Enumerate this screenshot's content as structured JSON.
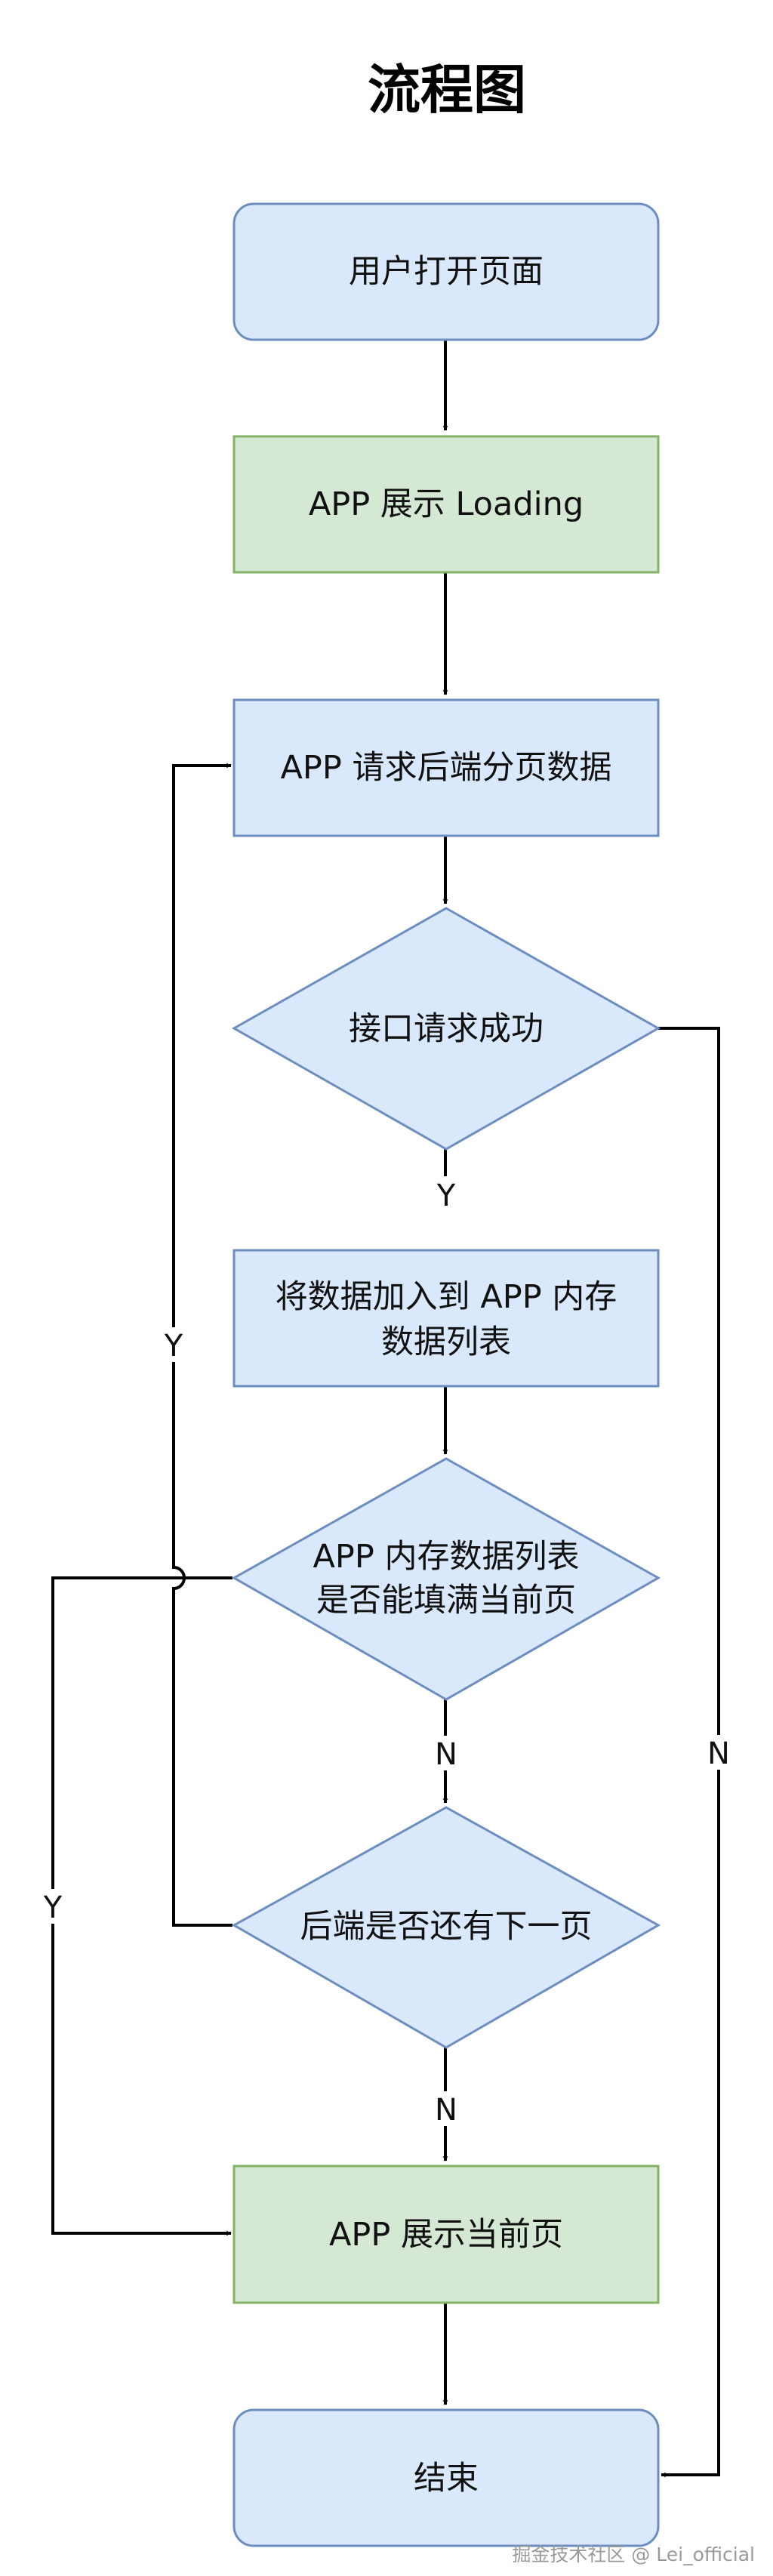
{
  "title": "流程图",
  "colors": {
    "blue_fill": "#dae8fc",
    "blue_stroke": "#6c8ebf",
    "green_fill": "#d5e8d4",
    "green_stroke": "#82b366",
    "line": "#000000"
  },
  "nodes": {
    "open_page": {
      "lines": [
        "用户打开页面"
      ],
      "shape": "rounded-rectangle",
      "color": "blue"
    },
    "show_loading": {
      "lines": [
        "APP 展示 Loading"
      ],
      "shape": "rectangle",
      "color": "green"
    },
    "request_page": {
      "lines": [
        "APP 请求后端分页数据"
      ],
      "shape": "rectangle",
      "color": "blue"
    },
    "api_success": {
      "lines": [
        "接口请求成功"
      ],
      "shape": "diamond",
      "color": "blue"
    },
    "add_to_list": {
      "lines": [
        "将数据加入到 APP 内存",
        "数据列表"
      ],
      "shape": "rectangle",
      "color": "blue"
    },
    "can_fill_page": {
      "lines": [
        "APP 内存数据列表",
        "是否能填满当前页"
      ],
      "shape": "diamond",
      "color": "blue"
    },
    "has_next_page": {
      "lines": [
        "后端是否还有下一页"
      ],
      "shape": "diamond",
      "color": "blue"
    },
    "show_current": {
      "lines": [
        "APP 展示当前页"
      ],
      "shape": "rectangle",
      "color": "green"
    },
    "end": {
      "lines": [
        "结束"
      ],
      "shape": "rounded-rectangle",
      "color": "blue"
    }
  },
  "edges": [
    {
      "from": "open_page",
      "to": "show_loading",
      "label": ""
    },
    {
      "from": "show_loading",
      "to": "request_page",
      "label": ""
    },
    {
      "from": "request_page",
      "to": "api_success",
      "label": ""
    },
    {
      "from": "api_success",
      "to": "add_to_list",
      "label": "Y"
    },
    {
      "from": "api_success",
      "to": "end",
      "label": "N"
    },
    {
      "from": "add_to_list",
      "to": "can_fill_page",
      "label": ""
    },
    {
      "from": "can_fill_page",
      "to": "has_next_page",
      "label": "N"
    },
    {
      "from": "can_fill_page",
      "to": "show_current",
      "label": "Y"
    },
    {
      "from": "has_next_page",
      "to": "request_page",
      "label": "Y"
    },
    {
      "from": "has_next_page",
      "to": "show_current",
      "label": "N"
    },
    {
      "from": "show_current",
      "to": "end",
      "label": ""
    }
  ],
  "watermark": "掘金技术社区 @ Lei_official"
}
